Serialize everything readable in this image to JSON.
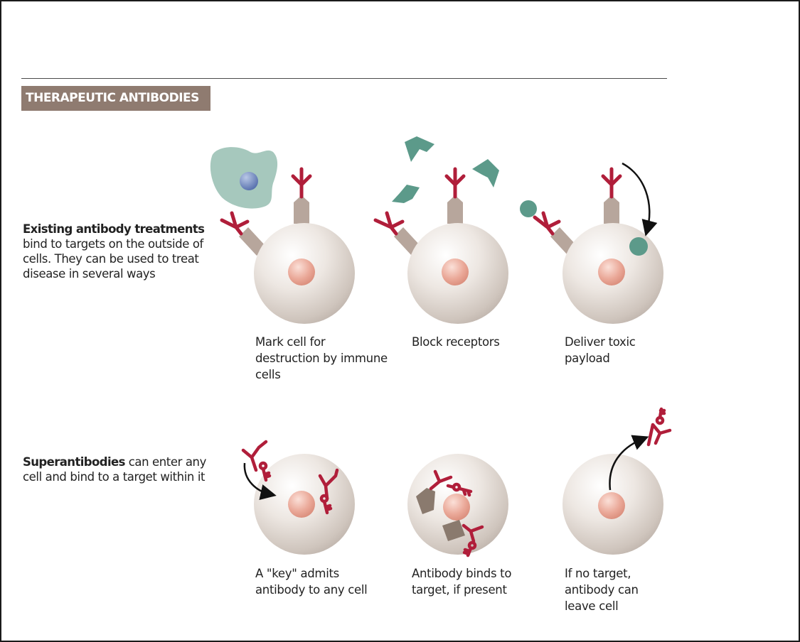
{
  "header": {
    "title": "THERAPEUTIC ANTIBODIES"
  },
  "colors": {
    "title_band": "#8f7b70",
    "antibody": "#b01e3a",
    "stalk": "#b7a69c",
    "target": "#5c9a8a",
    "nucleus": "#e8a696",
    "cell": "#e9e2dc"
  },
  "row_existing": {
    "heading": "Existing antibody treatments",
    "body": "bind to targets on the outside of cells. They can be used to treat disease in several ways",
    "panels": [
      {
        "caption": "Mark cell for destruction by immune cells"
      },
      {
        "caption": "Block receptors"
      },
      {
        "caption": "Deliver toxic payload"
      }
    ]
  },
  "row_super": {
    "heading": "Superantibodies",
    "body": "can enter any cell and bind to a target within it",
    "panels": [
      {
        "caption": "A \"key\" admits antibody to any cell"
      },
      {
        "caption": "Antibody binds to target, if present"
      },
      {
        "caption": "If no target, antibody can leave cell"
      }
    ]
  }
}
